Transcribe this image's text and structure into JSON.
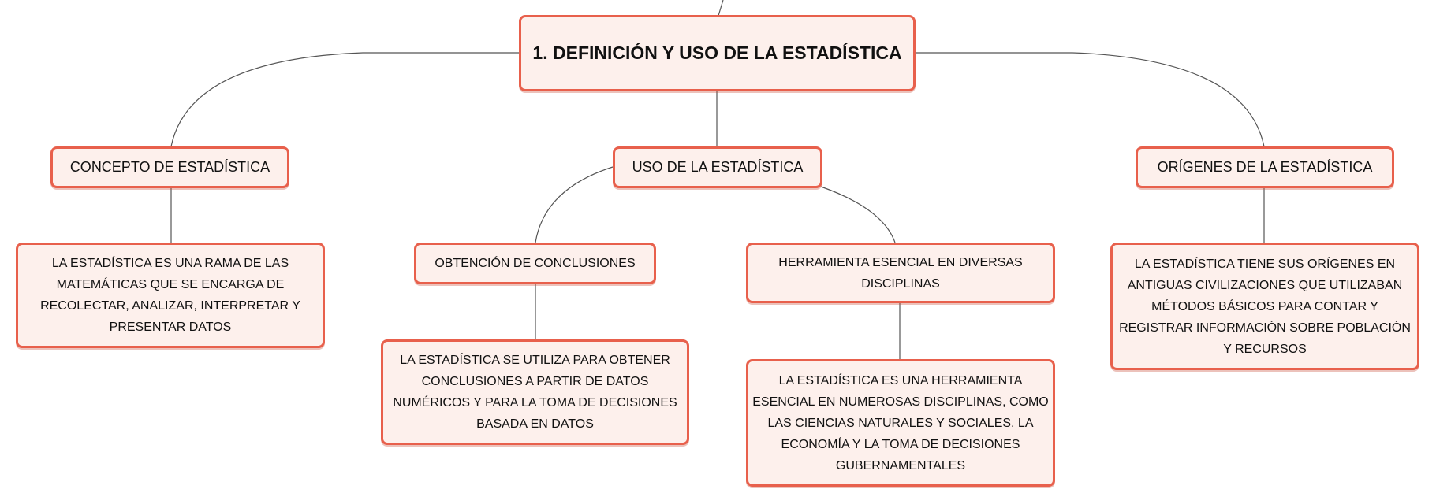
{
  "root": {
    "title": "1. DEFINICIÓN Y USO DE LA ESTADÍSTICA"
  },
  "branches": [
    {
      "title": "CONCEPTO DE ESTADÍSTICA",
      "detail": "LA ESTADÍSTICA ES UNA RAMA DE LAS MATEMÁTICAS QUE SE ENCARGA DE RECOLECTAR, ANALIZAR, INTERPRETAR Y PRESENTAR DATOS"
    },
    {
      "title": "USO DE LA ESTADÍSTICA",
      "children": [
        {
          "title": "OBTENCIÓN DE CONCLUSIONES",
          "detail": "LA ESTADÍSTICA SE UTILIZA PARA OBTENER CONCLUSIONES A PARTIR DE DATOS NUMÉRICOS Y PARA LA TOMA DE DECISIONES BASADA EN DATOS"
        },
        {
          "title": "HERRAMIENTA ESENCIAL EN DIVERSAS DISCIPLINAS",
          "detail": "LA ESTADÍSTICA ES UNA HERRAMIENTA ESENCIAL EN NUMEROSAS DISCIPLINAS, COMO LAS CIENCIAS NATURALES Y SOCIALES, LA ECONOMÍA Y LA TOMA DE DECISIONES GUBERNAMENTALES"
        }
      ]
    },
    {
      "title": "ORÍGENES DE LA ESTADÍSTICA",
      "detail": "LA ESTADÍSTICA TIENE SUS ORÍGENES EN ANTIGUAS CIVILIZACIONES QUE UTILIZABAN MÉTODOS BÁSICOS PARA CONTAR Y REGISTRAR INFORMACIÓN SOBRE POBLACIÓN Y RECURSOS"
    }
  ],
  "colors": {
    "border": "#e8604c",
    "fill": "#fdf0ec",
    "line": "#555555"
  }
}
